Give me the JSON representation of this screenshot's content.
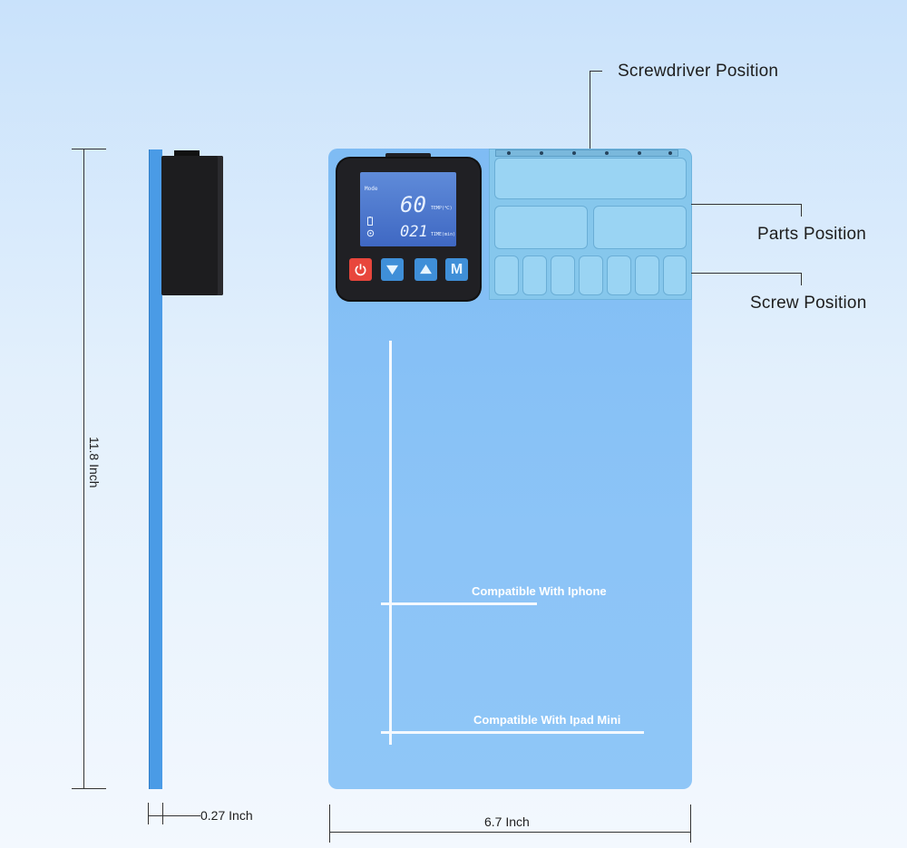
{
  "callouts": {
    "screwdriver": "Screwdriver Position",
    "parts": "Parts Position",
    "screw": "Screw Position"
  },
  "dimensions": {
    "height": "11.8 Inch",
    "thickness": "0.27 Inch",
    "width": "6.7 Inch"
  },
  "lcd": {
    "mode": "Mode",
    "temp": "60",
    "temp_unit": "TEMP(℃)",
    "time": "021",
    "time_unit": "TIME(min)"
  },
  "buttons": {
    "m_label": "M"
  },
  "compatibility": {
    "iphone": "Compatible With Iphone",
    "ipad_mini": "Compatible With Ipad Mini"
  },
  "colors": {
    "mat": "#8cc4f7",
    "tray": "#86c7ec",
    "power_button": "#e8463c",
    "arrow_button": "#3f8fd8",
    "controller": "#202024"
  },
  "icons": [
    "power-icon",
    "arrow-down-icon",
    "arrow-up-icon"
  ]
}
